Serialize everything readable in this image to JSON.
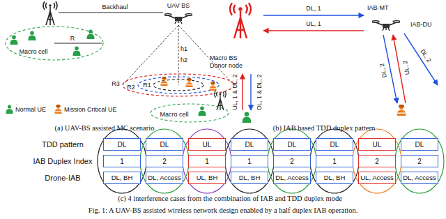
{
  "diagram": {
    "caption": "Fig. 1: A UAV-BS assisted wireless network design enabled by a half duplex IAB operation.",
    "nodes": [
      {
        "text": [
          "Macro BS Donor node"
        ]
      },
      {
        "text": [
          "IAB-MT",
          "IAB-DU"
        ]
      },
      {
        "text": [
          "DL"
        ]
      },
      {
        "text": [
          "DL"
        ]
      },
      {
        "text": [
          "UL"
        ]
      },
      {
        "text": [
          "DL"
        ]
      },
      {
        "text": [
          "DL"
        ]
      },
      {
        "text": [
          "DL"
        ]
      },
      {
        "text": [
          "UL"
        ]
      },
      {
        "text": [
          "DL"
        ]
      },
      {
        "text": [
          "1"
        ]
      },
      {
        "text": [
          "2"
        ]
      },
      {
        "text": [
          "1"
        ]
      },
      {
        "text": [
          "1"
        ]
      },
      {
        "text": [
          "2"
        ]
      },
      {
        "text": [
          "1"
        ]
      },
      {
        "text": [
          "2"
        ]
      },
      {
        "text": [
          "2"
        ]
      },
      {
        "text": [
          "DL, BH"
        ]
      },
      {
        "text": [
          "DL, Access"
        ]
      },
      {
        "text": [
          "UL, BH"
        ]
      },
      {
        "text": [
          "DL, BH"
        ]
      },
      {
        "text": [
          "DL, Access"
        ]
      },
      {
        "text": [
          "DL, BH"
        ]
      },
      {
        "text": [
          "UL, Access"
        ]
      },
      {
        "text": [
          "DL, Access"
        ]
      }
    ],
    "edges": [
      {
        "from": 0,
        "to": 1,
        "arrow": "to",
        "label": "DL, 1"
      },
      {
        "from": 1,
        "to": 0,
        "arrow": "to",
        "label": "UL, 1"
      }
    ],
    "labels": [
      "Backhaul",
      "UAV BS",
      "R",
      "Macro cell",
      "h1",
      "h2",
      "R3",
      "R2",
      "R1",
      "Macro cell",
      "(a) UAV-BS assisted MC scenario",
      "UL, 1 & UL, 2",
      "DL, 1 & DL, 2",
      "DL, 2",
      "UL, 2",
      "DL, 2",
      "(b) IAB based TDD duplex pattern",
      "TDD pattern",
      "IAB Duplex Index",
      "Drone-IAB",
      "(c) 4 interference cases from the combination of IAB and TDD duplex mode"
    ],
    "legend": [
      {
        "text": "Normal UE"
      },
      {
        "text": "Mission Critical UE"
      }
    ]
  }
}
